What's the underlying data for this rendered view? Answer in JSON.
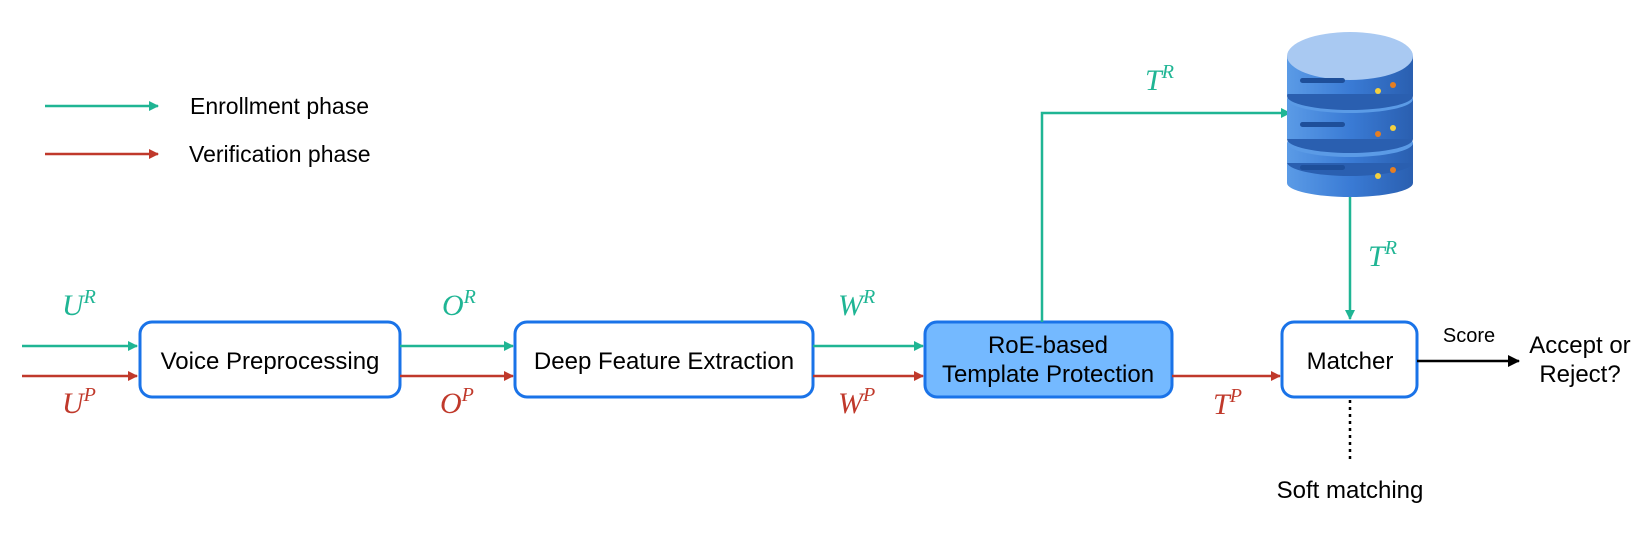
{
  "legend": {
    "enrollment_label": "Enrollment phase",
    "verification_label": "Verification phase"
  },
  "boxes": {
    "voice_preprocessing": "Voice Preprocessing",
    "deep_feature_extraction": "Deep Feature Extraction",
    "template_protection_line1": "RoE-based",
    "template_protection_line2": "Template Protection",
    "matcher": "Matcher"
  },
  "symbols": {
    "u_r": {
      "base": "U",
      "sup": "R"
    },
    "u_p": {
      "base": "U",
      "sup": "P"
    },
    "o_r": {
      "base": "O",
      "sup": "R"
    },
    "o_p": {
      "base": "O",
      "sup": "P"
    },
    "w_r": {
      "base": "W",
      "sup": "R"
    },
    "w_p": {
      "base": "W",
      "sup": "P"
    },
    "t_r_top": {
      "base": "T",
      "sup": "R"
    },
    "t_r_side": {
      "base": "T",
      "sup": "R"
    },
    "t_p": {
      "base": "T",
      "sup": "P"
    }
  },
  "output": {
    "score_label": "Score",
    "decision_line1": "Accept or",
    "decision_line2": "Reject?"
  },
  "soft_matching_label": "Soft matching",
  "colors": {
    "enrollment": "#1fb594",
    "verification": "#c0392b",
    "box_border": "#1a73e8",
    "highlight_fill": "#74b9ff",
    "database": "#3a7bd5"
  }
}
